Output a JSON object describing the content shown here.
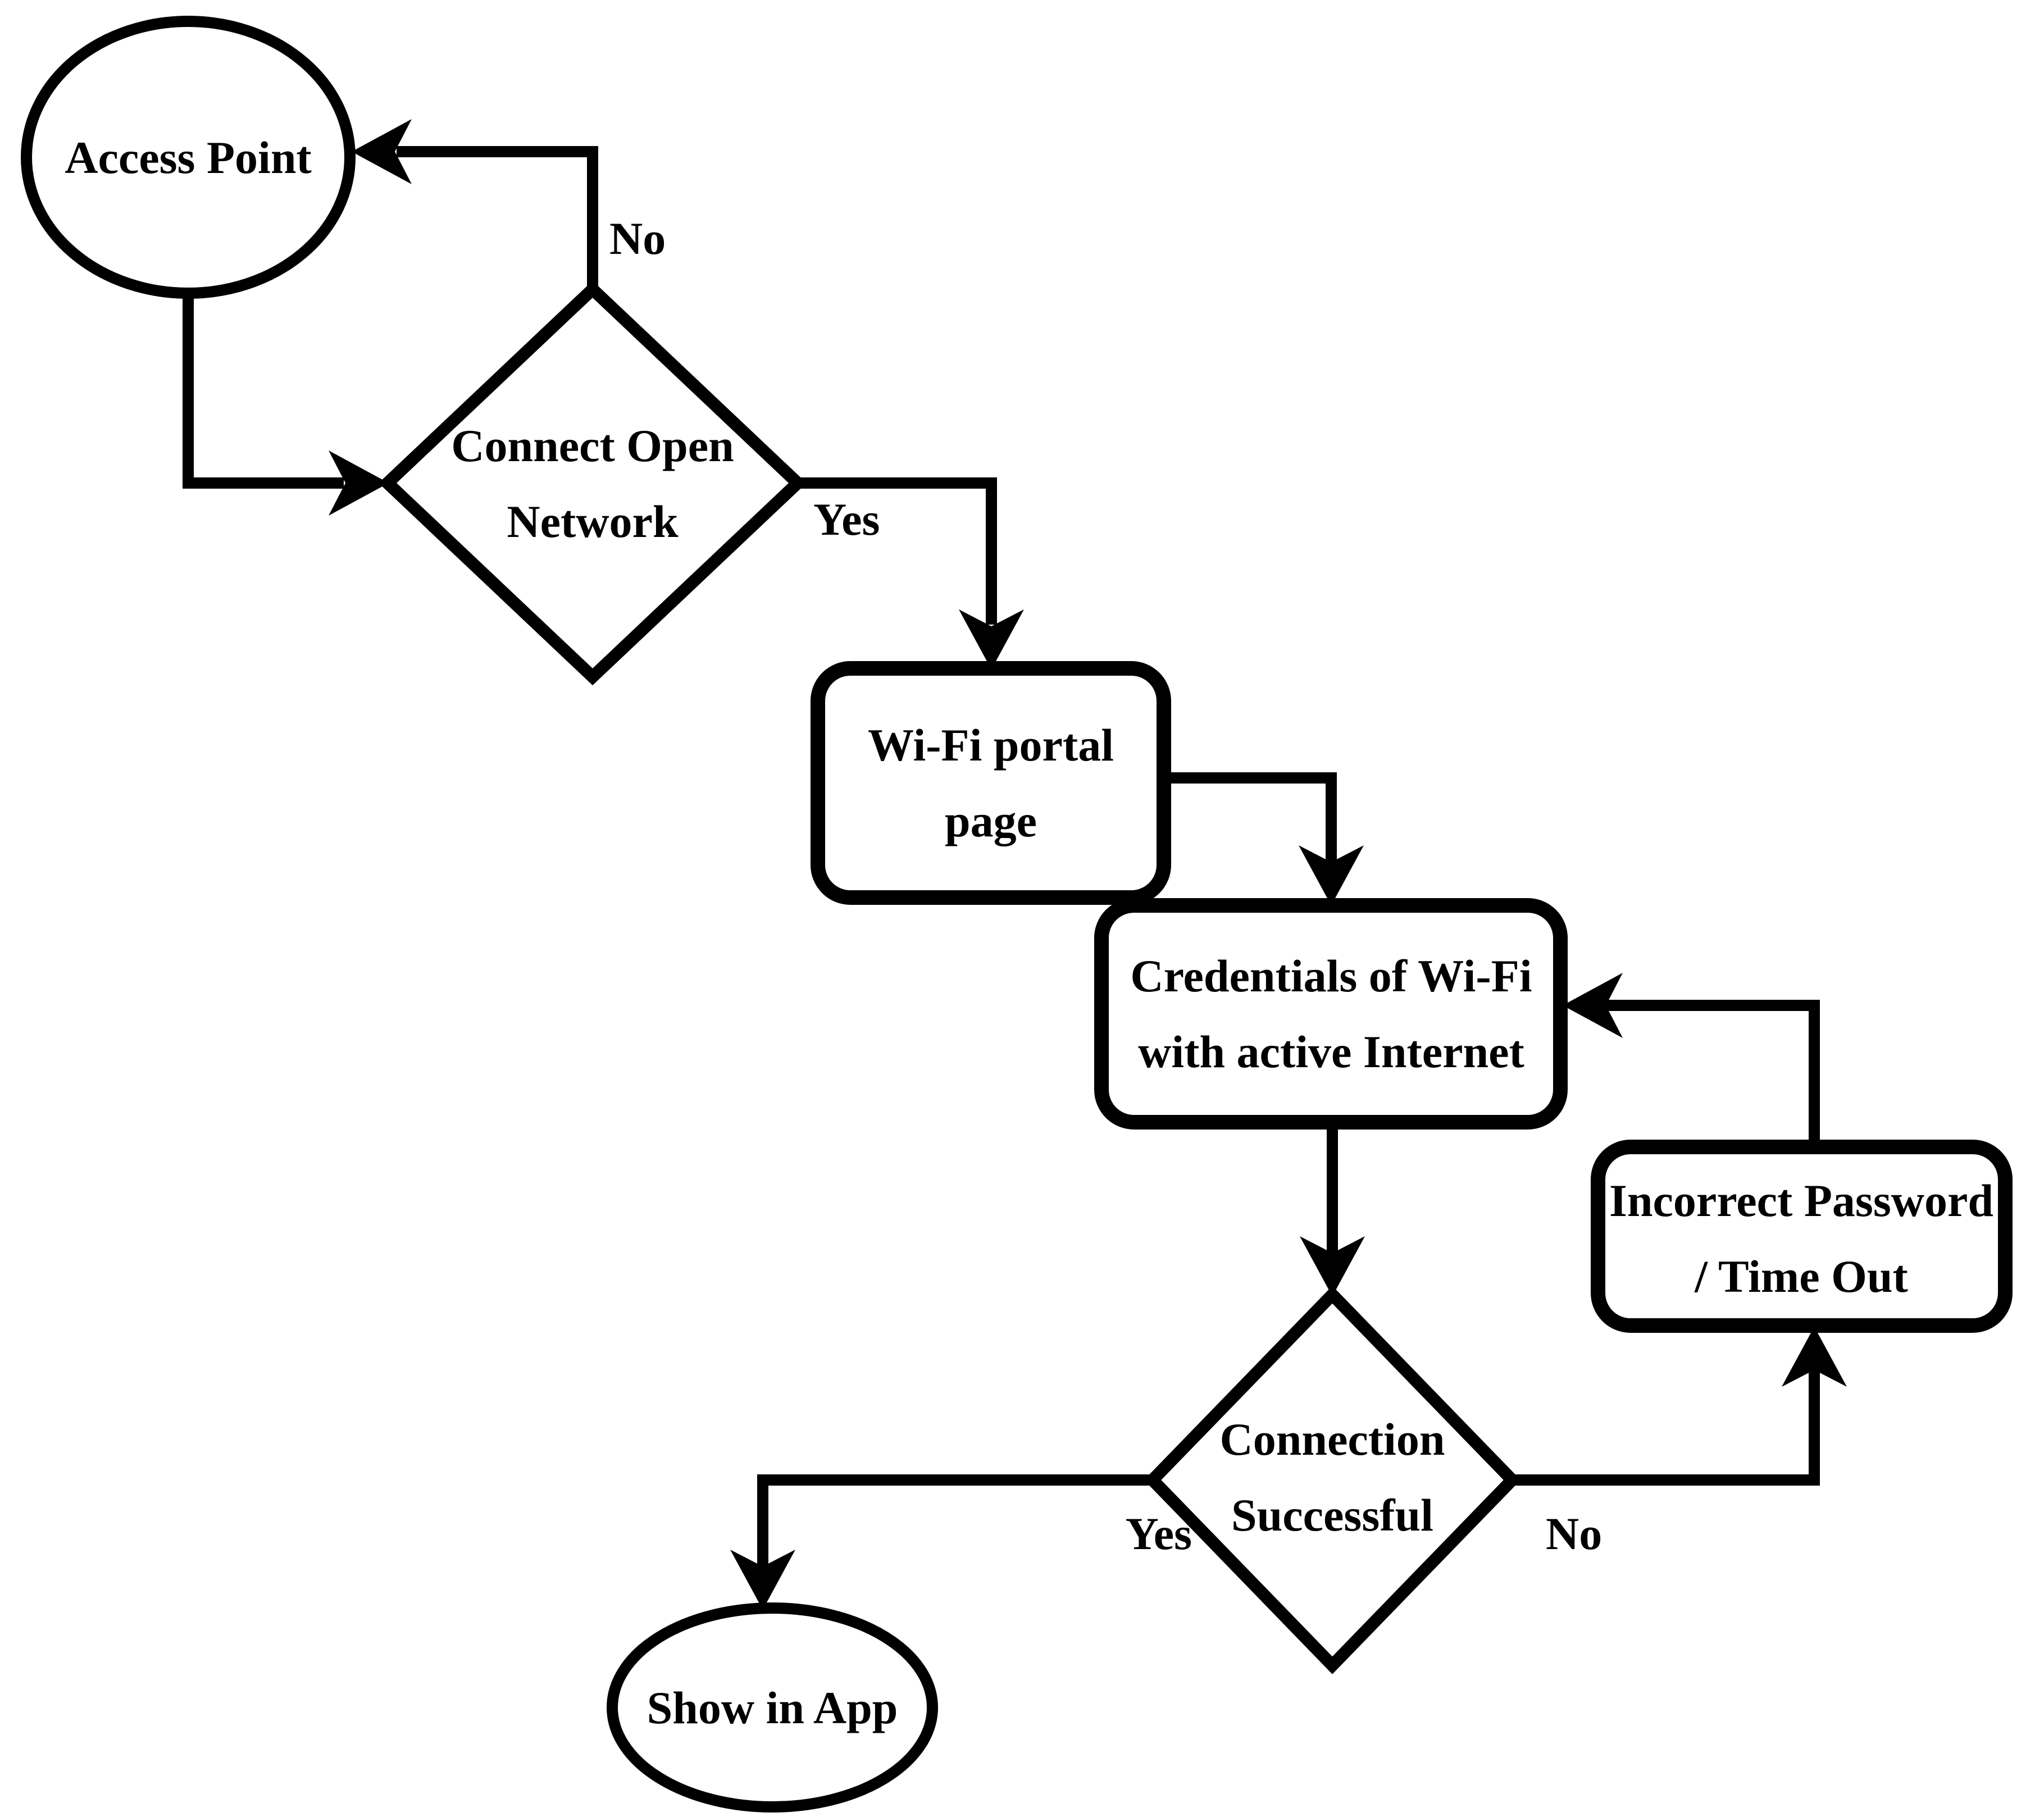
{
  "diagram": {
    "background": "#ffffff",
    "stroke_color": "#000000",
    "text_color": "#000000",
    "nodes": {
      "access_point": {
        "type": "terminator-ellipse",
        "label": "Access Point"
      },
      "connect_open_network": {
        "type": "decision-diamond",
        "line1": "Connect Open",
        "line2": "Network"
      },
      "wifi_portal_page": {
        "type": "process-box",
        "line1": "Wi-Fi portal",
        "line2": "page"
      },
      "credentials_wifi": {
        "type": "process-box",
        "line1": "Credentials of Wi-Fi",
        "line2": "with active Internet"
      },
      "connection_successful": {
        "type": "decision-diamond",
        "line1": "Connection",
        "line2": "Successful"
      },
      "incorrect_password": {
        "type": "process-box",
        "line1": "Incorrect Password",
        "line2": "/ Time Out"
      },
      "show_in_app": {
        "type": "terminator-ellipse",
        "label": "Show in App"
      }
    },
    "edges": {
      "ap_to_connect": {
        "label": "",
        "from": "access_point",
        "to": "connect_open_network"
      },
      "connect_no": {
        "label": "No",
        "from": "connect_open_network",
        "to": "access_point"
      },
      "connect_yes": {
        "label": "Yes",
        "from": "connect_open_network",
        "to": "wifi_portal_page"
      },
      "portal_to_credentials": {
        "label": "",
        "from": "wifi_portal_page",
        "to": "credentials_wifi"
      },
      "credentials_to_success": {
        "label": "",
        "from": "credentials_wifi",
        "to": "connection_successful"
      },
      "success_yes": {
        "label": "Yes",
        "from": "connection_successful",
        "to": "show_in_app"
      },
      "success_no": {
        "label": "No",
        "from": "connection_successful",
        "to": "incorrect_password"
      },
      "incorrect_to_credentials": {
        "label": "",
        "from": "incorrect_password",
        "to": "credentials_wifi"
      }
    }
  }
}
